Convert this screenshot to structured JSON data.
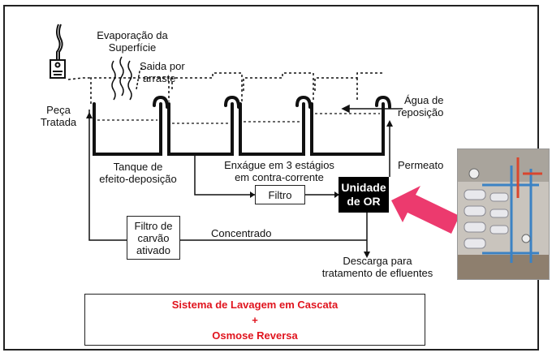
{
  "labels": {
    "evaporacao_1": "Evaporação da",
    "evaporacao_2": "Superfície",
    "saida_1": "Saida por",
    "saida_2": "arraste",
    "peca_1": "Peça",
    "peca_2": "Tratada",
    "agua_1": "Água de",
    "agua_2": "reposição",
    "tanque_1": "Tanque de",
    "tanque_2": "efeito-deposição",
    "enxague_1": "Enxágue em 3 estágios",
    "enxague_2": "em contra-corrente",
    "permeato": "Permeato",
    "concentrado": "Concentrado",
    "descarga_1": "Descarga para",
    "descarga_2": "tratamento de efluentes"
  },
  "boxes": {
    "filtro": "Filtro",
    "carvao_1": "Filtro de",
    "carvao_2": "carvão",
    "carvao_3": "ativado",
    "or_1": "Unidade",
    "or_2": "de OR"
  },
  "caption": {
    "line1": "Sistema de Lavagem em Cascata",
    "line2": "+",
    "line3": "Osmose Reversa"
  },
  "colors": {
    "caption_text": "#e0141e",
    "arrow": "#ec3a6e",
    "or_box": "#000000"
  }
}
